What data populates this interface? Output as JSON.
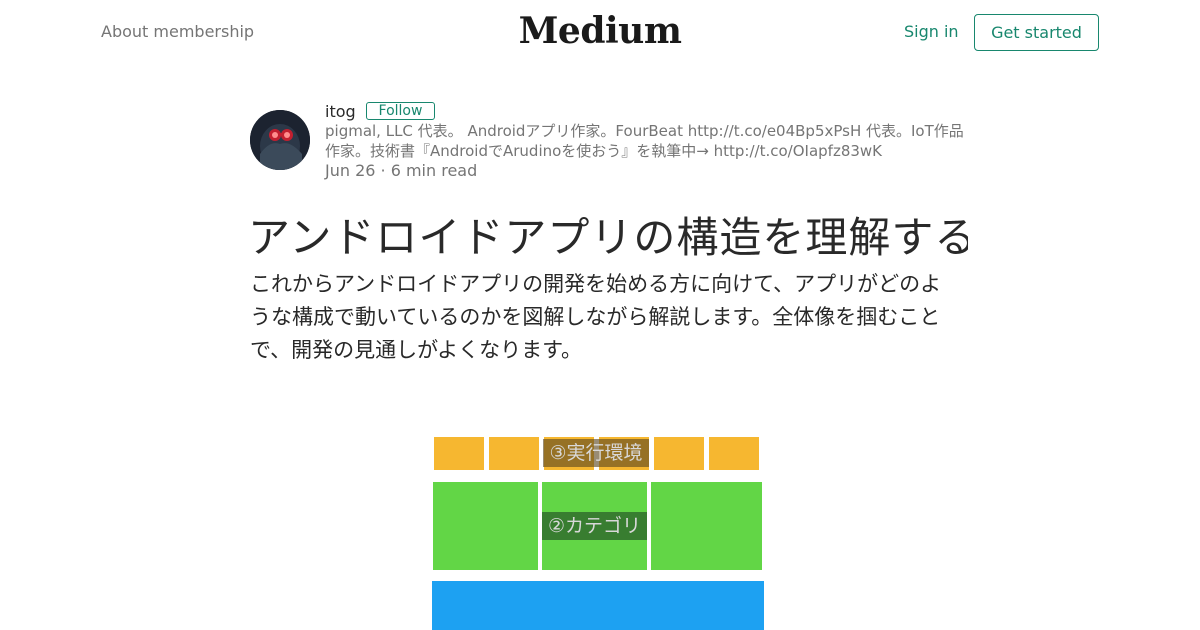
{
  "header": {
    "about_label": "About membership",
    "logo_text": "Medium",
    "signin_label": "Sign in",
    "get_started_label": "Get started"
  },
  "author": {
    "name": "itog",
    "follow_label": "Follow",
    "bio": "pigmal, LLC 代表。 Androidアプリ作家。FourBeat http://t.co/e04Bp5xPsH 代表。IoT作品作家。技術書『AndroidでArudinoを使おう』を執筆中→ http://t.co/OIapfz83wK",
    "avatar_icon": "avatar-photo"
  },
  "post": {
    "meta": "Jun 26 · 6 min read",
    "title": "アンドロイドアプリの構造を理解する",
    "subtitle": "これからアンドロイドアプリの開発を始める方に向けて、アプリがどのような構成で動いているのかを図解しながら解説します。全体像を掴むことで、開発の見通しがよくなります。"
  },
  "figure": {
    "exec_label": "③実行環境",
    "category_label": "②カテゴリ",
    "colors": {
      "exec": "#f6b730",
      "category": "#62d646",
      "base": "#1da1f2"
    }
  },
  "colors": {
    "accent": "#18876e",
    "text": "#292929",
    "muted": "#757575"
  }
}
